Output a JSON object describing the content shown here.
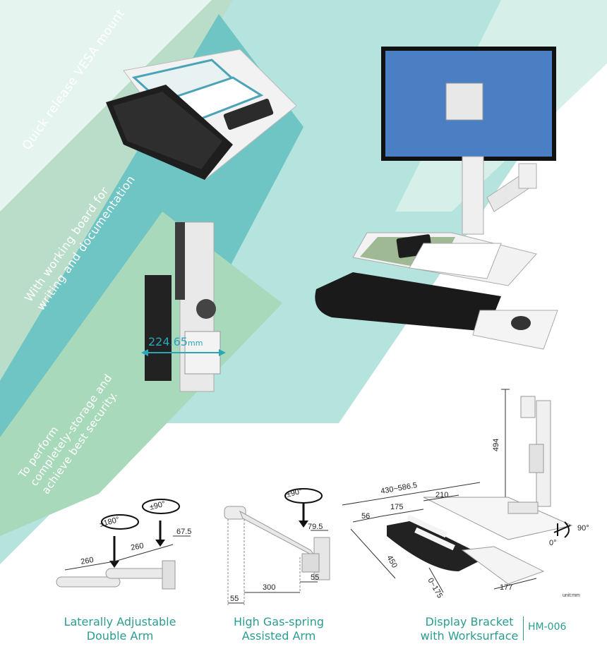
{
  "features": [
    {
      "text": "Quick release VESA mount"
    },
    {
      "line1": "With working board for",
      "line2": "writing and documentation"
    },
    {
      "line1": "To perform",
      "line2": "completely-storage and",
      "line3": "achieve best security."
    }
  ],
  "measurements": {
    "storage_width": "224.65",
    "storage_unit": "mm"
  },
  "double_arm": {
    "rotation_a": "±180°",
    "rotation_b": "±90°",
    "dims": [
      "260",
      "260",
      "67.5"
    ],
    "caption_line1": "Laterally Adjustable",
    "caption_line2": "Double Arm"
  },
  "gas_arm": {
    "rotation": "±90°",
    "dims": [
      "79.5",
      "55",
      "300",
      "55"
    ],
    "caption_line1": "High Gas-spring",
    "caption_line2": "Assisted Arm"
  },
  "bracket": {
    "height": "494",
    "top_width": "430~586.5",
    "dims": [
      "56",
      "175",
      "210",
      "450",
      "0~175",
      "177"
    ],
    "tilt_a": "0°",
    "tilt_b": "90°",
    "unit_note": "unit:mm",
    "caption_line1": "Display Bracket",
    "caption_line2": "with Worksurface",
    "model": "HM-006"
  },
  "colors": {
    "mint": "#b9e3dc",
    "teal": "#6cc3c3",
    "sage": "#a9d9b9",
    "accent": "#2a9d8f"
  }
}
